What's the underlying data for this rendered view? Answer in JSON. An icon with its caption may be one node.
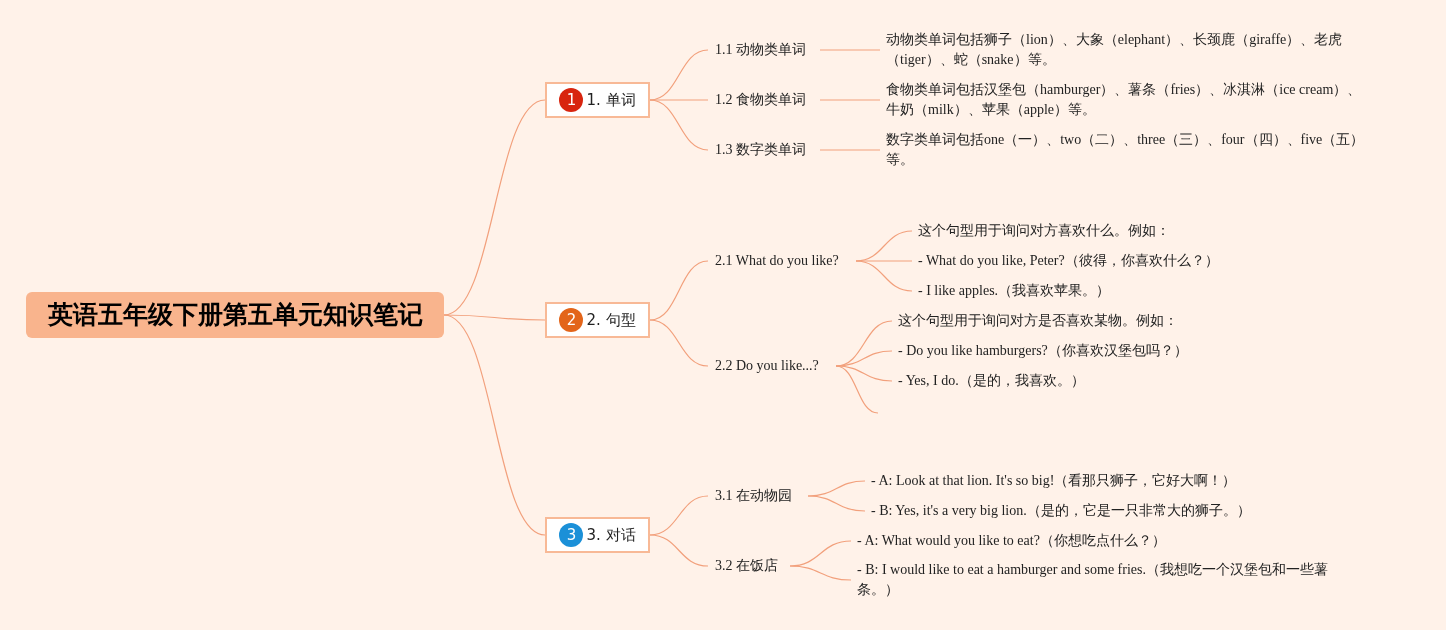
{
  "diagram": {
    "nodes": [
      {
        "text": [
          "英语五年级下册第五单元知识笔记"
        ]
      },
      {
        "text": [
          "1",
          "1. 单词"
        ]
      },
      {
        "text": [
          "1.1 动物类单词"
        ]
      },
      {
        "text": [
          "动物类单词包括狮子（lion）、大象（elephant）、长颈鹿（giraffe）、老虎（tiger）、蛇（snake）等。"
        ]
      },
      {
        "text": [
          "1.2 食物类单词"
        ]
      },
      {
        "text": [
          "食物类单词包括汉堡包（hamburger）、薯条（fries）、冰淇淋（ice cream）、牛奶（milk）、苹果（apple）等。"
        ]
      },
      {
        "text": [
          "1.3 数字类单词"
        ]
      },
      {
        "text": [
          "数字类单词包括one（一）、two（二）、three（三）、four（四）、five（五）等。"
        ]
      },
      {
        "text": [
          "2",
          "2. 句型"
        ]
      },
      {
        "text": [
          "2.1 What do you like?"
        ]
      },
      {
        "text": [
          "这个句型用于询问对方喜欢什么。例如："
        ]
      },
      {
        "text": [
          "- What do you like, Peter?（彼得，你喜欢什么？）"
        ]
      },
      {
        "text": [
          "- I like apples.（我喜欢苹果。）"
        ]
      },
      {
        "text": [
          "2.2 Do you like...?"
        ]
      },
      {
        "text": [
          "这个句型用于询问对方是否喜欢某物。例如："
        ]
      },
      {
        "text": [
          "- Do you like hamburgers?（你喜欢汉堡包吗？）"
        ]
      },
      {
        "text": [
          "- Yes, I do.（是的，我喜欢。）"
        ]
      },
      {
        "text": [
          "3",
          "3. 对话"
        ]
      },
      {
        "text": [
          "3.1 在动物园"
        ]
      },
      {
        "text": [
          "- A: Look at that lion. It's so big!（看那只狮子，它好大啊！）"
        ]
      },
      {
        "text": [
          "- B: Yes, it's a very big lion.（是的，它是一只非常大的狮子。）"
        ]
      },
      {
        "text": [
          "3.2 在饭店"
        ]
      },
      {
        "text": [
          "- A: What would you like to eat?（你想吃点什么？）"
        ]
      },
      {
        "text": [
          "- B: I would like to eat a hamburger and some fries.（我想吃一个汉堡包和一些薯条。）"
        ]
      }
    ],
    "edges": [
      {
        "from": 0,
        "to": 1,
        "arrow": "none"
      },
      {
        "from": 1,
        "to": 2,
        "arrow": "none"
      },
      {
        "from": 2,
        "to": 3,
        "arrow": "none"
      },
      {
        "from": 1,
        "to": 4,
        "arrow": "none"
      },
      {
        "from": 4,
        "to": 5,
        "arrow": "none"
      },
      {
        "from": 1,
        "to": 6,
        "arrow": "none"
      },
      {
        "from": 6,
        "to": 7,
        "arrow": "none"
      },
      {
        "from": 0,
        "to": 8,
        "arrow": "none"
      },
      {
        "from": 8,
        "to": 9,
        "arrow": "none"
      },
      {
        "from": 9,
        "to": 10,
        "arrow": "none"
      },
      {
        "from": 9,
        "to": 11,
        "arrow": "none"
      },
      {
        "from": 9,
        "to": 12,
        "arrow": "none"
      },
      {
        "from": 8,
        "to": 13,
        "arrow": "none"
      },
      {
        "from": 13,
        "to": 14,
        "arrow": "none"
      },
      {
        "from": 13,
        "to": 15,
        "arrow": "none"
      },
      {
        "from": 13,
        "to": 16,
        "arrow": "none"
      },
      {
        "from": 13,
        "to": null,
        "arrow": "none"
      },
      {
        "from": 0,
        "to": 17,
        "arrow": "none"
      },
      {
        "from": 17,
        "to": 18,
        "arrow": "none"
      },
      {
        "from": 18,
        "to": 19,
        "arrow": "none"
      },
      {
        "from": 18,
        "to": 20,
        "arrow": "none"
      },
      {
        "from": 17,
        "to": 21,
        "arrow": "none"
      },
      {
        "from": 21,
        "to": 22,
        "arrow": "none"
      },
      {
        "from": 21,
        "to": 23,
        "arrow": "none"
      }
    ]
  }
}
